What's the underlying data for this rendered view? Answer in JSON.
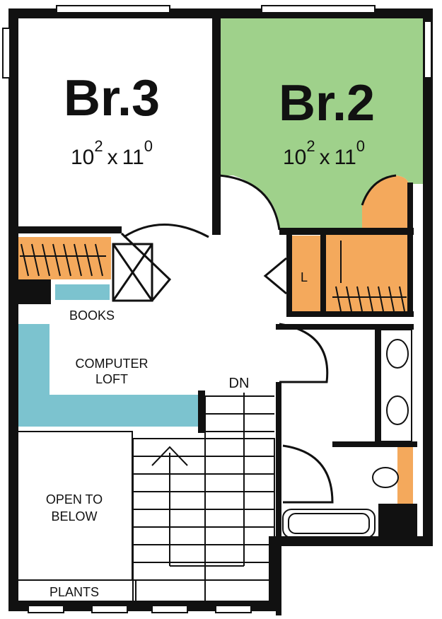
{
  "rooms": {
    "br3": {
      "name": "Br.3",
      "dim_a": "10",
      "dim_a_sup": "2",
      "x": "x",
      "dim_b": "11",
      "dim_b_sup": "0"
    },
    "br2": {
      "name": "Br.2",
      "dim_a": "10",
      "dim_a_sup": "2",
      "x": "x",
      "dim_b": "11",
      "dim_b_sup": "0"
    }
  },
  "labels": {
    "books": "BOOKS",
    "computer_loft_1": "COMPUTER",
    "computer_loft_2": "LOFT",
    "dn": "DN",
    "linen": "L",
    "open_to_below_1": "OPEN TO",
    "open_to_below_2": "BELOW",
    "plants": "PLANTS"
  },
  "colors": {
    "wall": "#111111",
    "bedroom_2": "#9fd18b",
    "closet": "#f4a95c",
    "built_in": "#7cc3cf",
    "background": "#ffffff"
  }
}
